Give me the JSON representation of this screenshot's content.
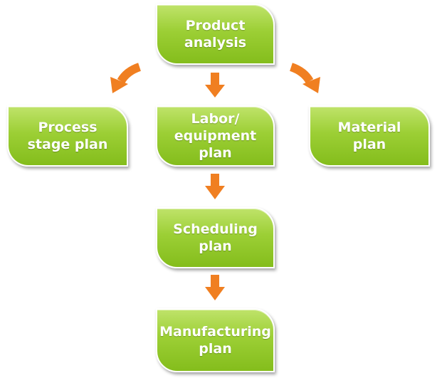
{
  "colors": {
    "node_fill": "#9ccf35",
    "node_text": "#ffffff",
    "arrow": "#f07f21"
  },
  "nodes": {
    "product_analysis": "Product\nanalysis",
    "process_stage_plan": "Process\nstage plan",
    "labor_equipment_plan": "Labor/\nequipment\nplan",
    "material_plan": "Material\nplan",
    "scheduling_plan": "Scheduling\nplan",
    "manufacturing_plan": "Manufacturing\nplan"
  },
  "edges": [
    {
      "from": "product_analysis",
      "to": "process_stage_plan"
    },
    {
      "from": "product_analysis",
      "to": "labor_equipment_plan"
    },
    {
      "from": "product_analysis",
      "to": "material_plan"
    },
    {
      "from": "labor_equipment_plan",
      "to": "scheduling_plan"
    },
    {
      "from": "scheduling_plan",
      "to": "manufacturing_plan"
    }
  ]
}
